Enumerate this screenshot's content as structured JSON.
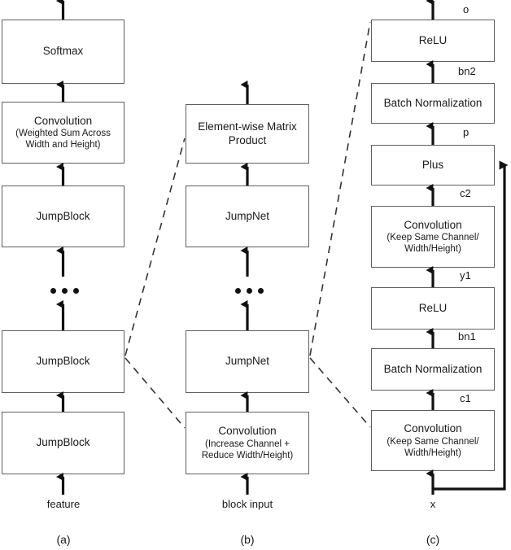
{
  "figure": {
    "title": "JumpNet architecture diagram",
    "background": "#ffffff",
    "stroke": "#5f5f5f",
    "arrow_color": "#111111"
  },
  "columns": [
    {
      "id": "a",
      "caption": "(a)",
      "input_label": "feature",
      "nodes": [
        {
          "id": "a-softmax",
          "line1": "Softmax",
          "line2": "",
          "line3": ""
        },
        {
          "id": "a-conv",
          "line1": "Convolution",
          "line2": "(Weighted Sum Across",
          "line3": "Width and Height)"
        },
        {
          "id": "a-jumpblock-3",
          "line1": "JumpBlock",
          "line2": "",
          "line3": ""
        },
        {
          "id": "a-jumpblock-2",
          "line1": "JumpBlock",
          "line2": "",
          "line3": ""
        },
        {
          "id": "a-jumpblock-1",
          "line1": "JumpBlock",
          "line2": "",
          "line3": ""
        }
      ],
      "ellipsis": "..."
    },
    {
      "id": "b",
      "caption": "(b)",
      "input_label": "block input",
      "nodes": [
        {
          "id": "b-elemwise",
          "line1": "Element-wise Matrix",
          "line2": "Product",
          "line3": ""
        },
        {
          "id": "b-jumpnet-2",
          "line1": "JumpNet",
          "line2": "",
          "line3": ""
        },
        {
          "id": "b-jumpnet-1",
          "line1": "JumpNet",
          "line2": "",
          "line3": ""
        },
        {
          "id": "b-conv",
          "line1": "Convolution",
          "line2": "(Increase Channel +",
          "line3": "Reduce Width/Height)"
        }
      ],
      "ellipsis": "..."
    },
    {
      "id": "c",
      "caption": "(c)",
      "input_label": "x",
      "nodes": [
        {
          "id": "c-relu-2",
          "line1": "ReLU",
          "line2": "",
          "line3": ""
        },
        {
          "id": "c-bn-2",
          "line1": "Batch Normalization",
          "line2": "",
          "line3": ""
        },
        {
          "id": "c-plus",
          "line1": "Plus",
          "line2": "",
          "line3": ""
        },
        {
          "id": "c-conv-2",
          "line1": "Convolution",
          "line2": "(Keep Same Channel/",
          "line3": "Width/Height)"
        },
        {
          "id": "c-relu-1",
          "line1": "ReLU",
          "line2": "",
          "line3": ""
        },
        {
          "id": "c-bn-1",
          "line1": "Batch Normalization",
          "line2": "",
          "line3": ""
        },
        {
          "id": "c-conv-1",
          "line1": "Convolution",
          "line2": "(Keep Same Channel/",
          "line3": "Width/Height)"
        }
      ],
      "edge_labels": [
        {
          "id": "c-label-o",
          "text": "o"
        },
        {
          "id": "c-label-bn2",
          "text": "bn2"
        },
        {
          "id": "c-label-p",
          "text": "p"
        },
        {
          "id": "c-label-c2",
          "text": "c2"
        },
        {
          "id": "c-label-y1",
          "text": "y1"
        },
        {
          "id": "c-label-bn1",
          "text": "bn1"
        },
        {
          "id": "c-label-c1",
          "text": "c1"
        }
      ]
    }
  ]
}
